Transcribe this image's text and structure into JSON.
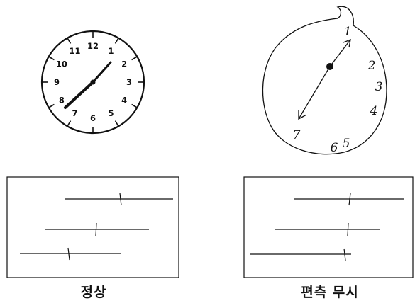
{
  "captions": {
    "normal": "정상",
    "neglect": "편측 무시"
  },
  "normal_clock": {
    "numbers": [
      "12",
      "1",
      "2",
      "3",
      "4",
      "5",
      "6",
      "7",
      "8",
      "9",
      "10",
      "11"
    ]
  },
  "neglect_drawing": {
    "numbers": [
      "1",
      "2",
      "3",
      "4",
      "6",
      "5",
      "7"
    ]
  },
  "colors": {
    "ink": "#111111",
    "background": "#ffffff"
  }
}
